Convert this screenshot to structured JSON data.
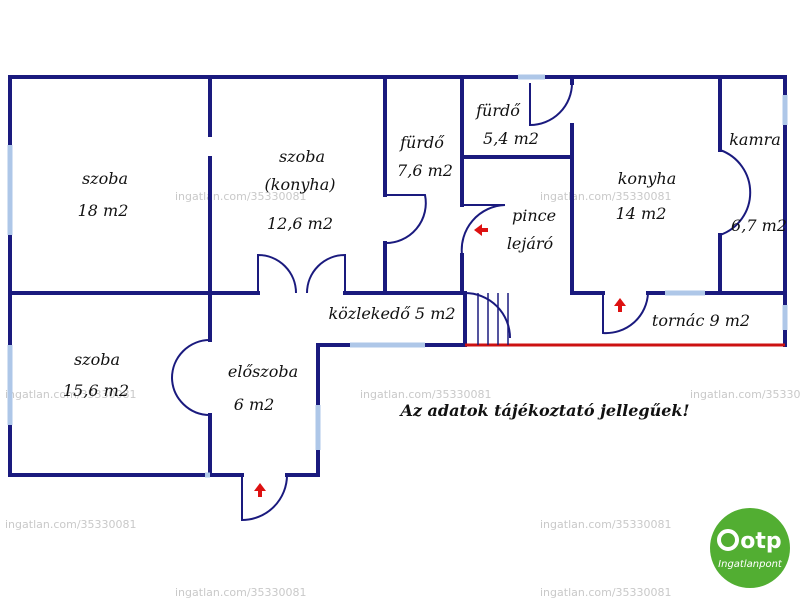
{
  "rooms": {
    "szoba_18": {
      "name": "szoba",
      "area": "18 m2"
    },
    "szoba_konyha": {
      "name": "szoba",
      "name2": "(konyha)",
      "area": "12,6 m2"
    },
    "furdo_76": {
      "name": "fürdő",
      "area": "7,6 m2"
    },
    "furdo_54": {
      "name": "fürdő",
      "area": "5,4 m2"
    },
    "pince": {
      "name": "pince",
      "name2": "lejáró"
    },
    "konyha": {
      "name": "konyha",
      "area": "14 m2"
    },
    "kamra": {
      "name": "kamra",
      "area": "6,7 m2"
    },
    "szoba_156": {
      "name": "szoba",
      "area": "15,6 m2"
    },
    "eloszoba": {
      "name": "előszoba",
      "area": "6 m2"
    },
    "kozlekedo": {
      "label": "közlekedő 5 m2"
    },
    "tornac": {
      "label": "tornác 9 m2"
    }
  },
  "notice": "Az adatok tájékoztató jellegűek!",
  "watermark": "ingatlan.com/35330081",
  "logo": {
    "brand": "otp",
    "sub": "Ingatlanpont",
    "color": "#52ae32"
  },
  "colors": {
    "wall": "#1a1a7e",
    "window": "#aec7e8",
    "terrace": "#cc1111",
    "arrow": "#dd1111"
  }
}
